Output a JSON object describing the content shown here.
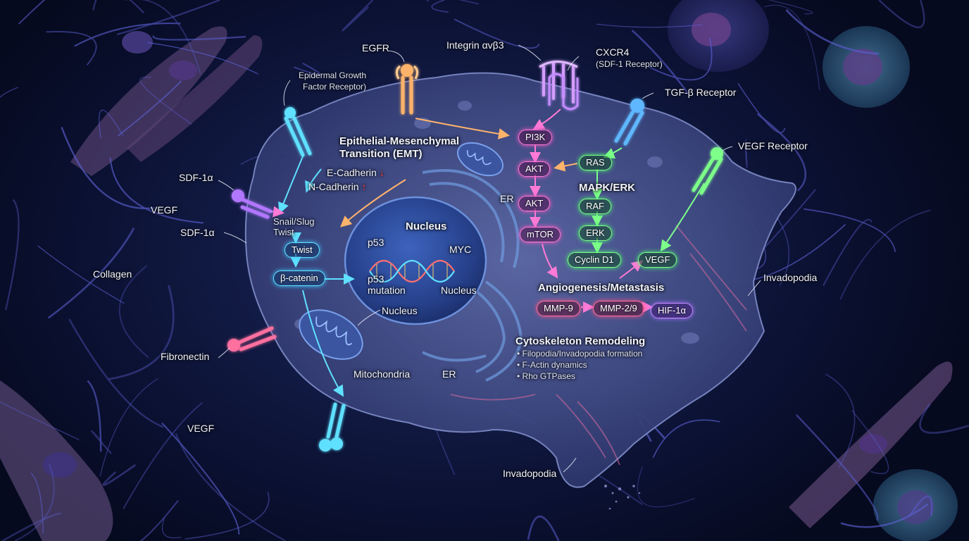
{
  "colors": {
    "background": "#0a1030",
    "fiber": "#5b5fd0",
    "cell_body": "#4f5b96",
    "nucleus": "#2e4d9c",
    "pathway_cyan": "#5fe0ff",
    "pathway_pink": "#ff7ad6",
    "pathway_green": "#7dff8a",
    "down_up_arrow": "#ff3b3b"
  },
  "receptors": {
    "egfr": "EGFR",
    "egfr_full_line1": "Epidermal Growth",
    "egfr_full_line2": "Factor Receptor)",
    "integrin": "Integrin αvβ3",
    "cxcr4": "CXCR4",
    "cxcr4_sub": "(SDF-1 Receptor)",
    "tgfb": "TGF-β Receptor",
    "vegf_receptor": "VEGF Receptor"
  },
  "ecm": {
    "sdf1a_top": "SDF-1α",
    "vegf_left": "VEGF",
    "sdf1a_mid": "SDF-1α",
    "collagen": "Collagen",
    "fibronectin": "Fibronectin",
    "vegf_bottom": "VEGF"
  },
  "emt": {
    "title_line1": "Epithelial-Mesenchymal",
    "title_line2": "Transition (EMT)",
    "e_cadherin": "E-Cadherin",
    "e_cadherin_arrow": "↓",
    "n_cadherin": "N-Cadherin",
    "n_cadherin_arrow": "↑",
    "snail_slug": "Snail/Slug",
    "twist_label": "Twist",
    "twist_pill": "Twist",
    "beta_catenin": "β-catenin"
  },
  "nucleus": {
    "title": "Nucleus",
    "p53": "p53",
    "myc": "MYC",
    "p53_mutation_line1": "p53",
    "p53_mutation_line2": "mutation",
    "nucleus_inner": "Nucleus",
    "nucleus_outer": "Nucleus"
  },
  "organelles": {
    "er_top": "ER",
    "er_bottom": "ER",
    "mitochondria": "Mitochondria"
  },
  "pi3k_pathway": {
    "pi3k": "PI3K",
    "akt1": "AKT",
    "akt2": "AKT",
    "mtor": "mTOR"
  },
  "mapk_pathway": {
    "title": "MAPK/ERK",
    "ras": "RAS",
    "raf": "RAF",
    "erk": "ERK",
    "cyclin_d1": "Cyclin D1",
    "vegf": "VEGF"
  },
  "angiogenesis": {
    "title": "Angiogenesis/Metastasis",
    "mmp9": "MMP-9",
    "mmp29": "MMP-2/9",
    "hif1a": "HIF-1α"
  },
  "cytoskeleton": {
    "title": "Cytoskeleton Remodeling",
    "items": [
      "Filopodia/Invadopodia formation",
      "F-Actin dynamics",
      "Rho GTPases"
    ]
  },
  "invadopodia": {
    "right": "Invadopodia",
    "bottom": "Invadopodia"
  }
}
